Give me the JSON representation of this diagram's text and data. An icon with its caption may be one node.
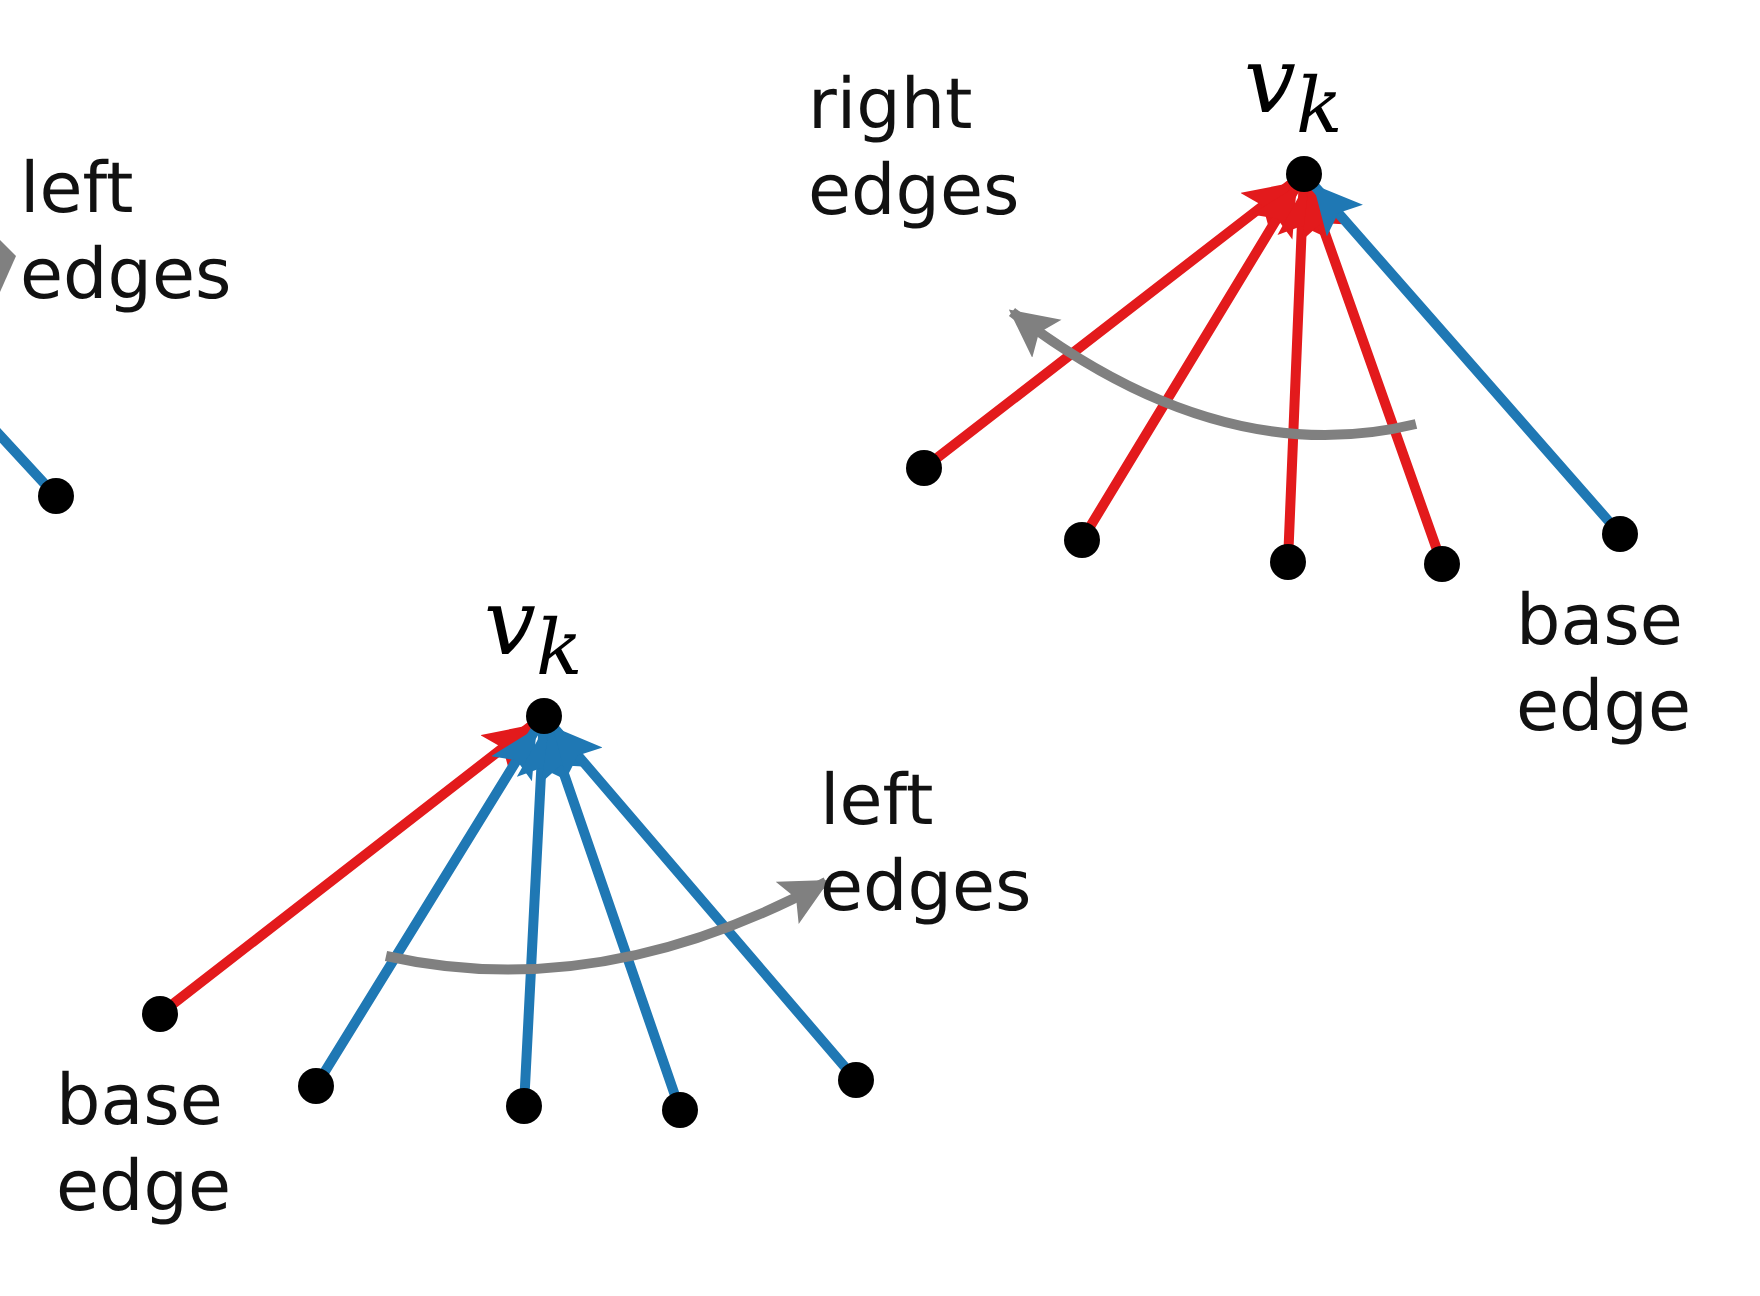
{
  "diagram": {
    "nodes": [
      {
        "text": [],
        "shape": "circle"
      },
      {
        "text": [
          "v$_{k}$"
        ]
      },
      {
        "text": [],
        "shape": "circle"
      },
      {
        "text": [],
        "shape": "circle"
      },
      {
        "text": [],
        "shape": "circle"
      },
      {
        "text": [],
        "shape": "circle"
      },
      {
        "text": [],
        "shape": "circle"
      },
      {
        "text": [
          "v$_{k}$"
        ]
      },
      {
        "text": [],
        "shape": "circle"
      },
      {
        "text": [],
        "shape": "circle"
      },
      {
        "text": [],
        "shape": "circle"
      },
      {
        "text": [],
        "shape": "circle"
      },
      {
        "text": [],
        "shape": "circle"
      }
    ],
    "edges": [
      {
        "from": 0,
        "to": null,
        "arrow": "none"
      },
      {
        "from": 2,
        "to": 1,
        "arrow": "to",
        "color": "#e31a1c"
      },
      {
        "from": 3,
        "to": 1,
        "arrow": "to",
        "color": "#e31a1c"
      },
      {
        "from": 4,
        "to": 1,
        "arrow": "to",
        "color": "#e31a1c"
      },
      {
        "from": 5,
        "to": 1,
        "arrow": "to",
        "color": "#e31a1c"
      },
      {
        "from": 6,
        "to": 1,
        "arrow": "to"
      },
      {
        "from": 8,
        "to": 7,
        "arrow": "to",
        "color": "#e31a1c"
      },
      {
        "from": 9,
        "to": 7,
        "arrow": "to"
      },
      {
        "from": 10,
        "to": 7,
        "arrow": "to"
      },
      {
        "from": 11,
        "to": 7,
        "arrow": "to"
      },
      {
        "from": 12,
        "to": 7,
        "arrow": "to"
      }
    ],
    "labels": [
      "left edges",
      "right edges",
      "base edge",
      "left edges",
      "base edge"
    ]
  }
}
